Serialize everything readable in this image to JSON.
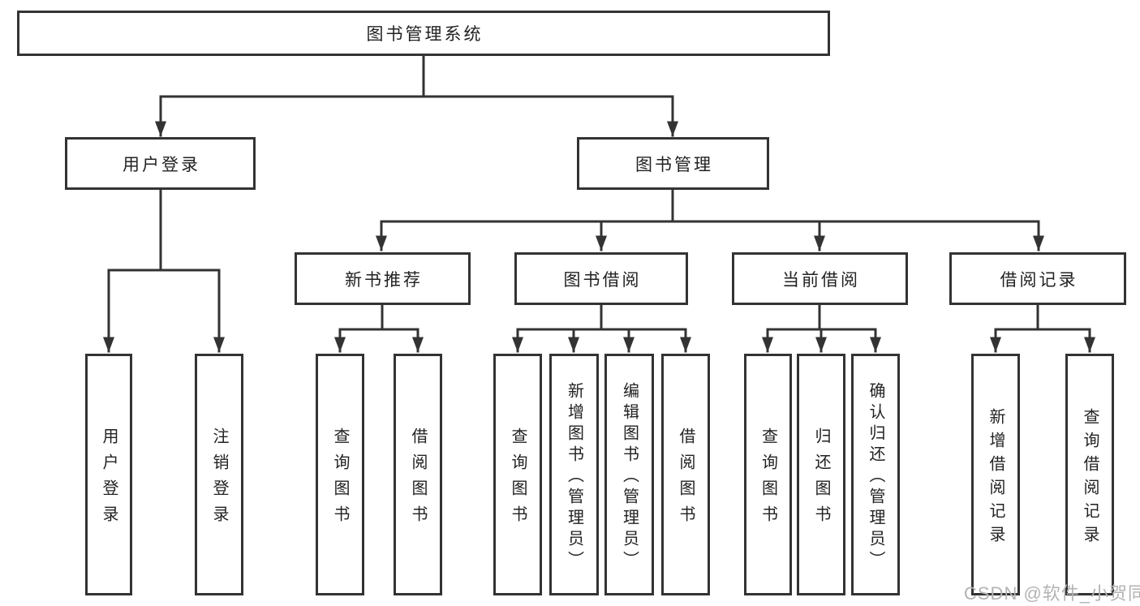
{
  "colors": {
    "line": "#333333",
    "text": "#222222",
    "watermark": "#b3b3b3",
    "background": "#ffffff"
  },
  "watermark": "CSDN @软件_小贺同学",
  "tree": {
    "root": "图书管理系统",
    "user_login": {
      "label": "用户登录",
      "children": [
        "用户登录",
        "注销登录"
      ]
    },
    "book_management": {
      "label": "图书管理",
      "sections": [
        {
          "label": "新书推荐",
          "children": [
            "查询图书",
            "借阅图书"
          ]
        },
        {
          "label": "图书借阅",
          "children": [
            "查询图书",
            "新增图书（管理员）",
            "编辑图书（管理员）",
            "借阅图书"
          ]
        },
        {
          "label": "当前借阅",
          "children": [
            "查询图书",
            "归还图书",
            "确认归还（管理员）"
          ]
        },
        {
          "label": "借阅记录",
          "children": [
            "新增借阅记录",
            "查询借阅记录"
          ]
        }
      ]
    }
  }
}
